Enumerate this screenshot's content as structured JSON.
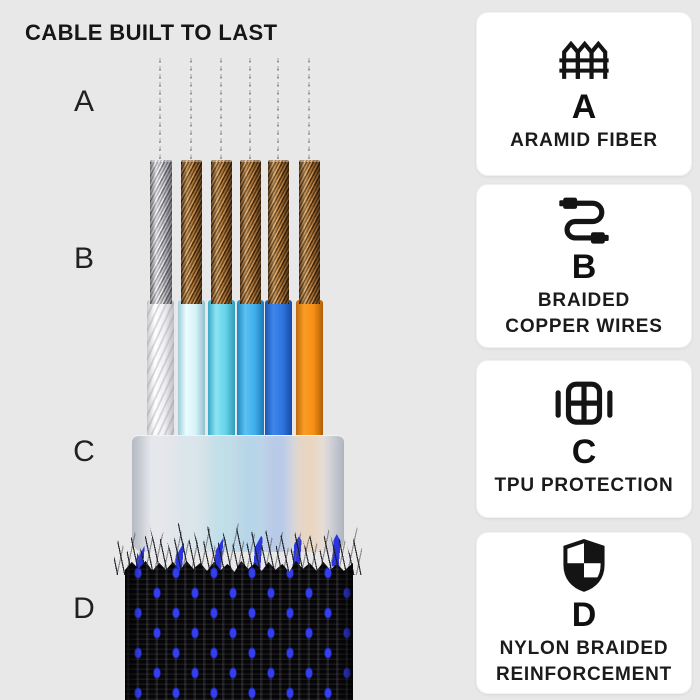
{
  "title": "CABLE BUILT TO LAST",
  "markers": {
    "a": "A",
    "b": "B",
    "c": "C",
    "d": "D"
  },
  "cards": [
    {
      "letter": "A",
      "icon": "picket-fence-icon",
      "label_line1": "ARAMID FIBER",
      "label_line2": ""
    },
    {
      "letter": "B",
      "icon": "usb-cable-icon",
      "label_line1": "BRAIDED",
      "label_line2": "COPPER WIRES"
    },
    {
      "letter": "C",
      "icon": "cable-cross-section-icon",
      "label_line1": "TPU PROTECTION",
      "label_line2": ""
    },
    {
      "letter": "D",
      "icon": "checkered-shield-icon",
      "label_line1": "NYLON BRAIDED",
      "label_line2": "REINFORCEMENT"
    }
  ],
  "colors": {
    "background": "#e9e8e8",
    "card_background": "#ffffff",
    "text": "#161616",
    "copper_braid": "#a06a2e",
    "silver_braid": "#b7b7bc",
    "tpu_sleeve": "#dfe2e8",
    "nylon_black": "#0a0a0c",
    "nylon_blue": "#2832d8",
    "insulation": [
      "#f2f2f2",
      "#dff7f8",
      "#7fdcec",
      "#4db8ec",
      "#2f7de8",
      "#f8931d"
    ]
  }
}
